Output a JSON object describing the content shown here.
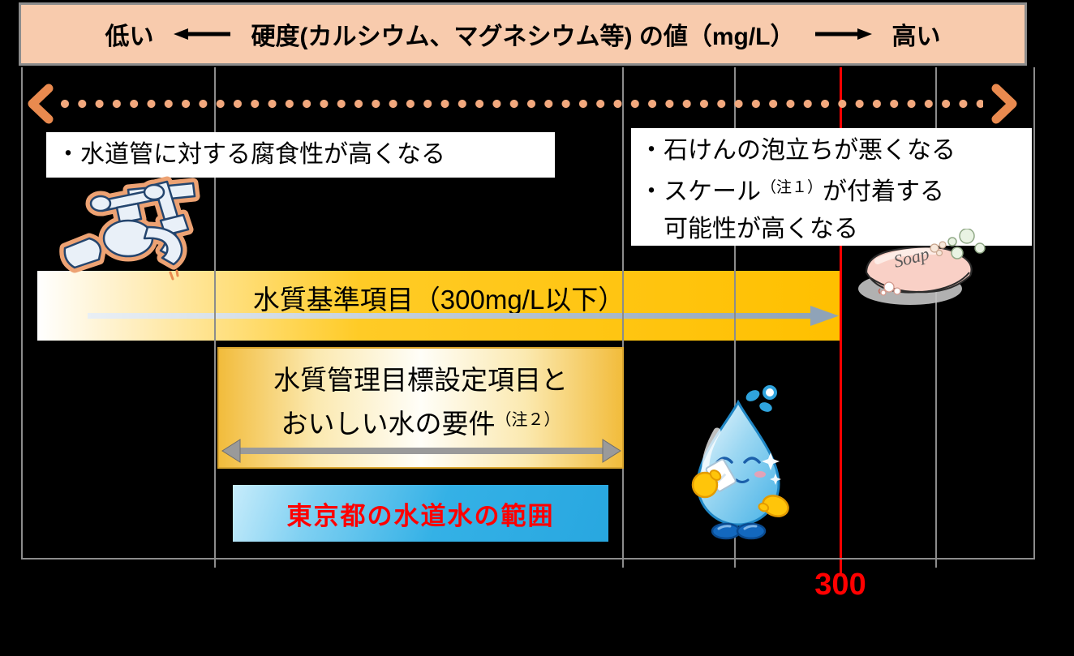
{
  "title_bar": {
    "low": "低い",
    "label": "硬度(カルシウム、マグネシウム等) の値（mg/L）",
    "high": "高い",
    "bg_color": "#F8CBAD"
  },
  "scale": {
    "dotted_arrow_color": "#F2A87D",
    "gridline_color": "#8C8C8C",
    "limit_line_color": "#FF0000",
    "limit_value": "300"
  },
  "effects_low": {
    "line1": "・水道管に対する腐食性が高くなる"
  },
  "effects_high": {
    "line1": "・石けんの泡立ちが悪くなる",
    "line2_text": "・スケール",
    "line2_note": "（注１）",
    "line2_rest": "が付着する",
    "line3": "可能性が高くなる"
  },
  "standard_bar": {
    "label": "水質基準項目（300mg/L以下）",
    "color": "#FFC000"
  },
  "target_box": {
    "line1": "水質管理目標設定項目と",
    "line2": "おいしい水の要件",
    "note": "（注２）"
  },
  "tokyo_box": {
    "label": "東京都の水道水の範囲",
    "text_color": "#FF0000"
  },
  "cliparts": {
    "soap_label": "Soap"
  },
  "chart_data": {
    "type": "range-diagram",
    "axis_label": "硬度(カルシウム、マグネシウム等) の値（mg/L）",
    "axis_low_end": "低い",
    "axis_high_end": "高い",
    "marked_value": 300,
    "marked_value_color": "#FF0000",
    "ranges": [
      {
        "name": "水質基準項目",
        "note": "300mg/L以下",
        "extends_to": 300
      },
      {
        "name": "水質管理目標設定項目とおいしい水の要件",
        "note": "注２"
      },
      {
        "name": "東京都の水道水の範囲"
      }
    ],
    "annotations_low_side": [
      "水道管に対する腐食性が高くなる"
    ],
    "annotations_high_side": [
      "石けんの泡立ちが悪くなる",
      "スケール（注１）が付着する可能性が高くなる"
    ]
  }
}
